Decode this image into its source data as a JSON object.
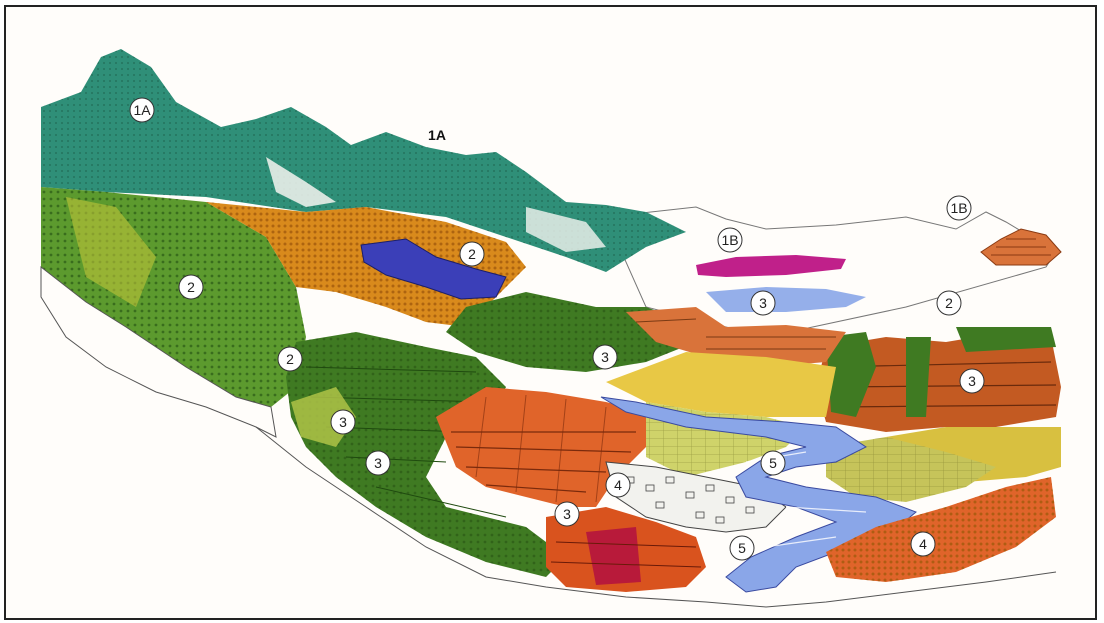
{
  "labels": {
    "z1a_peak": "1A",
    "z1a_title": "1A",
    "z1b_left": "1B",
    "z1b_right": "1B",
    "z2_lake": "2",
    "z2_left": "2",
    "z2_lower": "2",
    "z2_right": "2",
    "z3_valley": "3",
    "z3_mid": "3",
    "z3_left_a": "3",
    "z3_left_b": "3",
    "z3_lower": "3",
    "z3_right": "3",
    "z4_village": "4",
    "z4_right": "4",
    "z5_river": "5",
    "z5_lower": "5"
  },
  "colors": {
    "alpine": "#2f8f78",
    "forest": "#4c8a2e",
    "orange_forest": "#d98a1c",
    "terrace_green": "#3f7a22",
    "terrace_orange": "#e0642a",
    "lake": "#3b3fb8",
    "river": "#8aa6e8",
    "magenta": "#c0208a",
    "yellow_field": "#e8c845"
  }
}
